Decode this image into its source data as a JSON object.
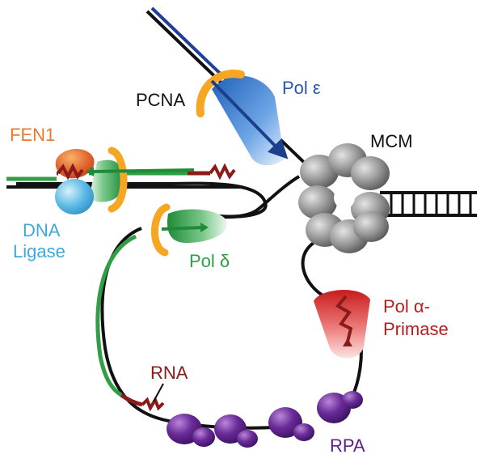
{
  "labels": {
    "pcna": "PCNA",
    "pol_epsilon": "Pol ε",
    "mcm": "MCM",
    "fen1": "FEN1",
    "dna_ligase_line1": "DNA",
    "dna_ligase_line2": "Ligase",
    "pol_delta": "Pol δ",
    "pol_alpha_line1": "Pol α-",
    "pol_alpha_line2": "Primase",
    "rna": "RNA",
    "rpa": "RPA"
  },
  "colors": {
    "pcna": "#f5a623",
    "pol_epsilon": "#2e6fc4",
    "pol_delta": "#2f9e44",
    "fen1": "#e06a2b",
    "dna_ligase": "#3ea8dc",
    "pol_alpha": "#b41e1e",
    "rna": "#8b1a1a",
    "rpa": "#6a2c91",
    "mcm": "#8a8a8a",
    "dna": "#111111"
  }
}
